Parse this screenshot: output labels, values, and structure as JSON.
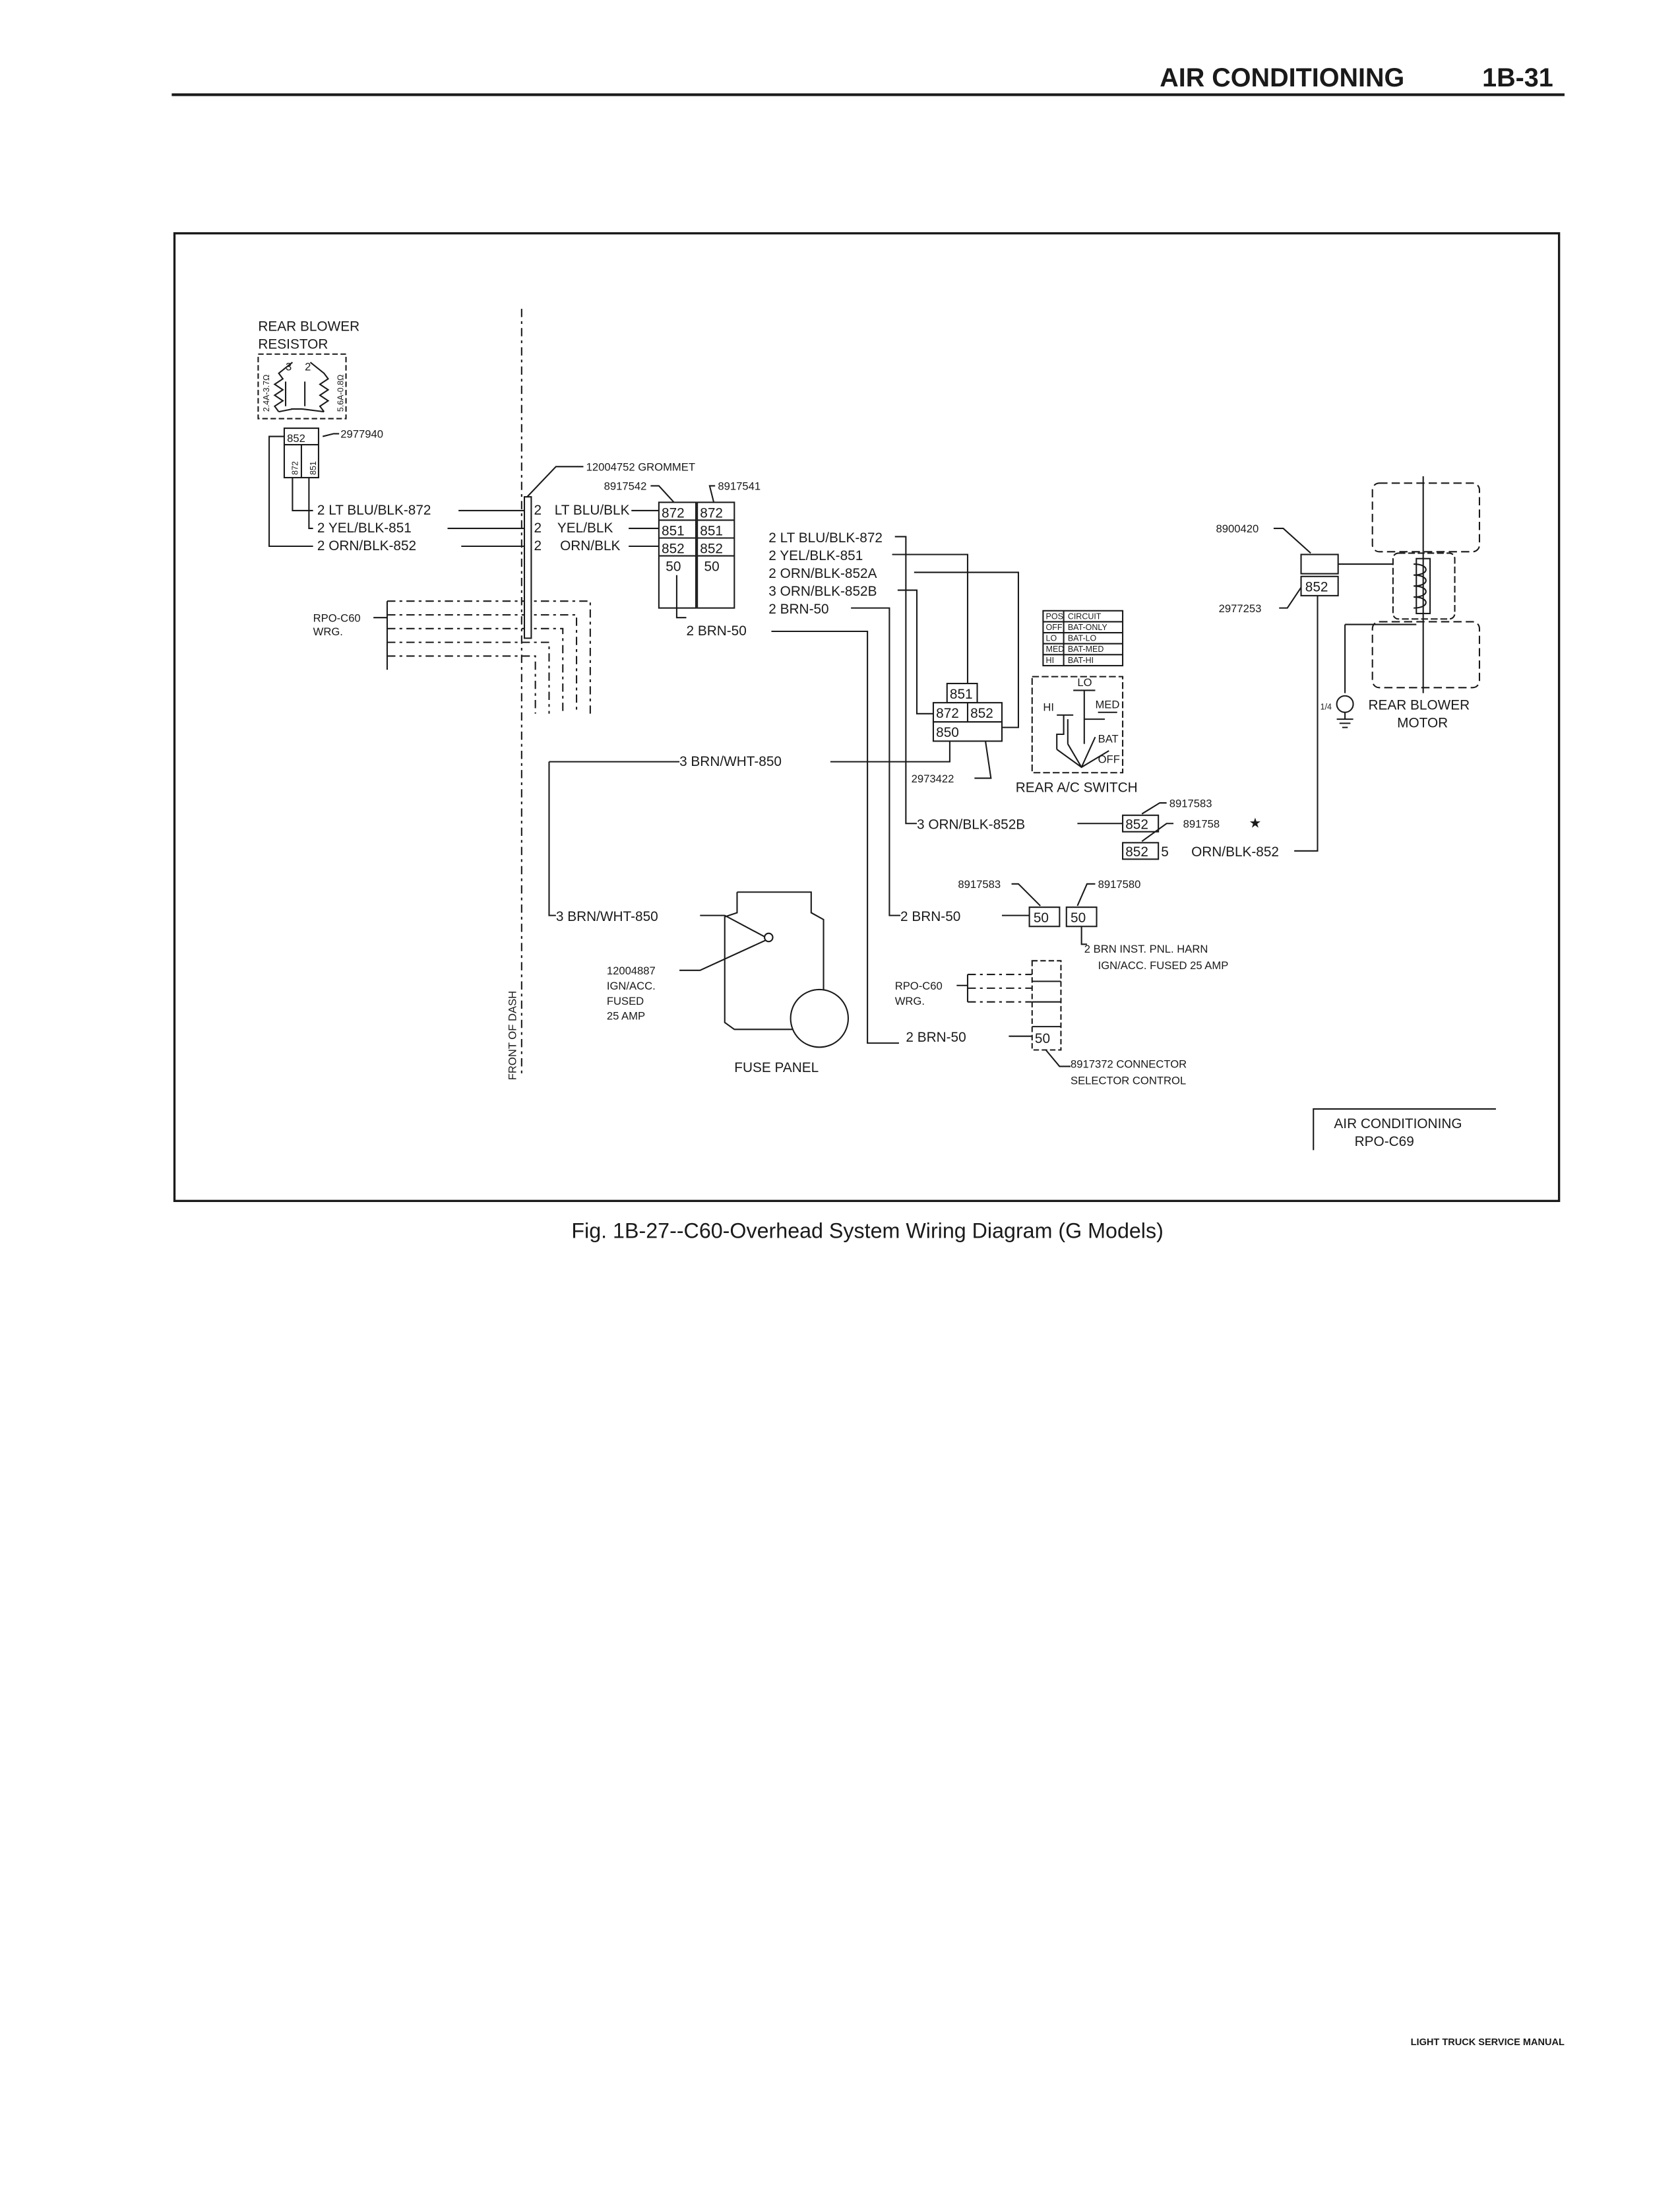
{
  "header": {
    "section": "AIR CONDITIONING",
    "page": "1B-31"
  },
  "caption": "Fig. 1B-27--C60-Overhead System Wiring Diagram (G Models)",
  "footer": "LIGHT TRUCK SERVICE MANUAL",
  "diagram": {
    "front_of_dash": "FRONT OF DASH",
    "resistor": {
      "title1": "REAR BLOWER",
      "title2": "RESISTOR",
      "pin3": "3",
      "pin2": "2",
      "left_rating": "2.4A-3.7Ω",
      "right_rating": "5.6A-0.8Ω"
    },
    "resistor_connector": {
      "part": "2977940",
      "top": "852",
      "left": "872",
      "right": "851"
    },
    "left_wires": [
      "2   LT BLU/BLK-872",
      "2   YEL/BLK-851",
      "2   ORN/BLK-852"
    ],
    "rpo_left": {
      "line1": "RPO-C60",
      "line2": "WRG."
    },
    "grommet": "12004752 GROMMET",
    "grommet_pins": [
      "2",
      "2",
      "2"
    ],
    "mid_wires": [
      "LT BLU/BLK",
      "YEL/BLK",
      "ORN/BLK"
    ],
    "connector_a": {
      "part": "8917542",
      "cells": [
        "872",
        "851",
        "852",
        "50"
      ]
    },
    "connector_b": {
      "part": "8917541",
      "cells": [
        "872",
        "851",
        "852",
        "50"
      ]
    },
    "right_wires": [
      "2  LT BLU/BLK-872",
      "2  YEL/BLK-851",
      "2  ORN/BLK-852A",
      "3  ORN/BLK-852B",
      "2  BRN-50"
    ],
    "brn50_mid": "2    BRN-50",
    "switch_table": {
      "headers": [
        "POS",
        "CIRCUIT"
      ],
      "rows": [
        [
          "OFF",
          "BAT-ONLY"
        ],
        [
          "LO",
          "BAT-LO"
        ],
        [
          "MED",
          "BAT-MED"
        ],
        [
          "HI",
          "BAT-HI"
        ]
      ]
    },
    "switch": {
      "title": "REAR A/C SWITCH",
      "hi": "HI",
      "lo": "LO",
      "med": "MED",
      "bat": "BAT",
      "off": "OFF"
    },
    "switch_connector": {
      "part": "2973422",
      "cells": [
        "851",
        "872",
        "852",
        "850"
      ]
    },
    "brnwht_upper": "3    BRN/WHT-850",
    "orn852b": "3    ORN/BLK-852B",
    "conn_852_a": {
      "part": "8917583",
      "label": "852"
    },
    "conn_852_b": {
      "part": "891758",
      "label": "852",
      "pin": "5",
      "star": "★"
    },
    "orn852": "ORN/BLK-852",
    "motor": {
      "part_top": "8900420",
      "part_conn": "2977253",
      "conn_label": "852",
      "title1": "REAR BLOWER",
      "title2": "MOTOR",
      "ground": "1/4"
    },
    "brn_conn": {
      "part_a": "8917583",
      "part_b": "8917580",
      "wire": "2   BRN-50",
      "cell_a": "50",
      "cell_b": "50",
      "harn1": "2   BRN  INST. PNL. HARN",
      "harn2": "IGN/ACC. FUSED 25 AMP"
    },
    "brnwht_lower": "3   BRN/WHT-850",
    "fuse": {
      "part": "12004887",
      "l2": "IGN/ACC.",
      "l3": "FUSED",
      "l4": "25 AMP",
      "title": "FUSE PANEL"
    },
    "rpo_right": {
      "line1": "RPO-C60",
      "line2": "WRG."
    },
    "selector": {
      "wire": "2   BRN-50",
      "cell": "50",
      "line1": "8917372 CONNECTOR",
      "line2": "SELECTOR CONTROL"
    },
    "option_box": {
      "line1": "AIR CONDITIONING",
      "line2": "RPO-C69"
    }
  }
}
